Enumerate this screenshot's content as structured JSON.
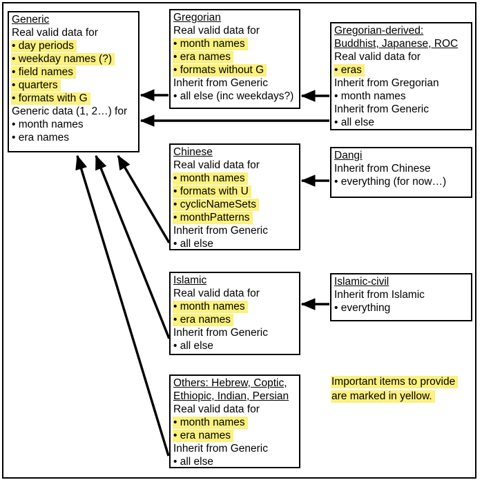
{
  "canvas": {
    "background_color": "#ffffff",
    "border_color": "#000000",
    "text_color": "#000000",
    "highlight_color": "#faf17f",
    "legend": "Important items to provide are marked in yellow."
  },
  "boxes": {
    "generic": {
      "title": "Generic",
      "lines": [
        {
          "text": "Generic",
          "underline": true
        },
        {
          "text": "Real valid data for"
        },
        {
          "text": "• day periods",
          "highlight": true
        },
        {
          "text": "• weekday names (?)",
          "highlight": true
        },
        {
          "text": "• field names",
          "highlight": true
        },
        {
          "text": "• quarters",
          "highlight": true
        },
        {
          "text": "• formats with G",
          "highlight": true
        },
        {
          "text": "Generic data (1, 2…) for"
        },
        {
          "text": "• month names"
        },
        {
          "text": "• era names"
        }
      ]
    },
    "gregorian": {
      "title": "Gregorian",
      "lines": [
        {
          "text": "Gregorian",
          "underline": true
        },
        {
          "text": "Real valid data for"
        },
        {
          "text": "• month names",
          "highlight": true
        },
        {
          "text": "• era names",
          "highlight": true
        },
        {
          "text": "• formats without G",
          "highlight": true
        },
        {
          "text": "Inherit from Generic"
        },
        {
          "text": "• all else (inc weekdays?)"
        }
      ]
    },
    "gregorian_derived": {
      "title": "Gregorian-derived: Buddhist, Japanese, ROC",
      "lines": [
        {
          "text": "Gregorian-derived:",
          "underline": true
        },
        {
          "text": "Buddhist, Japanese, ROC",
          "underline": true
        },
        {
          "text": "Real valid data for"
        },
        {
          "text": "• eras",
          "highlight": true
        },
        {
          "text": "Inherit from Gregorian"
        },
        {
          "text": "• month names"
        },
        {
          "text": "Inherit from Generic"
        },
        {
          "text": "• all else"
        }
      ]
    },
    "chinese": {
      "title": "Chinese",
      "lines": [
        {
          "text": "Chinese",
          "underline": true
        },
        {
          "text": "Real valid data for"
        },
        {
          "text": "• month names",
          "highlight": true
        },
        {
          "text": "• formats with U",
          "highlight": true
        },
        {
          "text": "• cyclicNameSets",
          "highlight": true
        },
        {
          "text": "• monthPatterns",
          "highlight": true
        },
        {
          "text": "Inherit from Generic"
        },
        {
          "text": "• all else"
        }
      ]
    },
    "dangi": {
      "title": "Dangi",
      "lines": [
        {
          "text": "Dangi",
          "underline": true
        },
        {
          "text": "Inherit from Chinese"
        },
        {
          "text": "• everything (for now…)"
        }
      ]
    },
    "islamic": {
      "title": "Islamic",
      "lines": [
        {
          "text": "Islamic",
          "underline": true
        },
        {
          "text": "Real valid data for"
        },
        {
          "text": "• month names",
          "highlight": true
        },
        {
          "text": "• era names",
          "highlight": true
        },
        {
          "text": "Inherit from Generic"
        },
        {
          "text": "• all else"
        }
      ]
    },
    "islamic_civil": {
      "title": "Islamic-civil",
      "lines": [
        {
          "text": "Islamic-civil",
          "underline": true
        },
        {
          "text": "Inherit from Islamic"
        },
        {
          "text": "• everything"
        }
      ]
    },
    "others": {
      "title": "Others: Hebrew, Coptic, Ethiopic, Indian, Persian",
      "lines": [
        {
          "text": "Others: Hebrew, Coptic,",
          "underline": true
        },
        {
          "text": "Ethiopic, Indian, Persian",
          "underline": true
        },
        {
          "text": "Real valid data for"
        },
        {
          "text": "• month names",
          "highlight": true
        },
        {
          "text": "• era names",
          "highlight": true
        },
        {
          "text": "Inherit from Generic"
        },
        {
          "text": "• all else"
        }
      ]
    }
  },
  "note": {
    "lines": [
      {
        "text": "Important items to provide",
        "highlight": true
      },
      {
        "text": "are marked in yellow.",
        "highlight": true
      }
    ]
  },
  "arrows": [
    {
      "name": "gregorian-to-generic",
      "from": [
        244,
        138
      ],
      "to": [
        204,
        138
      ]
    },
    {
      "name": "gregorian-derived-to-gregorian",
      "from": [
        477,
        139
      ],
      "to": [
        437,
        139
      ]
    },
    {
      "name": "gregorian-derived-to-generic",
      "from": [
        477,
        175
      ],
      "to": [
        204,
        175
      ]
    },
    {
      "name": "dangi-to-chinese",
      "from": [
        477,
        262
      ],
      "to": [
        437,
        262
      ]
    },
    {
      "name": "islamic-civil-to-islamic",
      "from": [
        477,
        441
      ],
      "to": [
        437,
        441
      ]
    },
    {
      "name": "chinese-to-generic",
      "from": [
        245,
        352
      ],
      "to": [
        171,
        226
      ]
    },
    {
      "name": "islamic-to-generic",
      "from": [
        245,
        491
      ],
      "to": [
        139,
        226
      ]
    },
    {
      "name": "others-to-generic",
      "from": [
        244,
        661
      ],
      "to": [
        112,
        226
      ]
    }
  ]
}
